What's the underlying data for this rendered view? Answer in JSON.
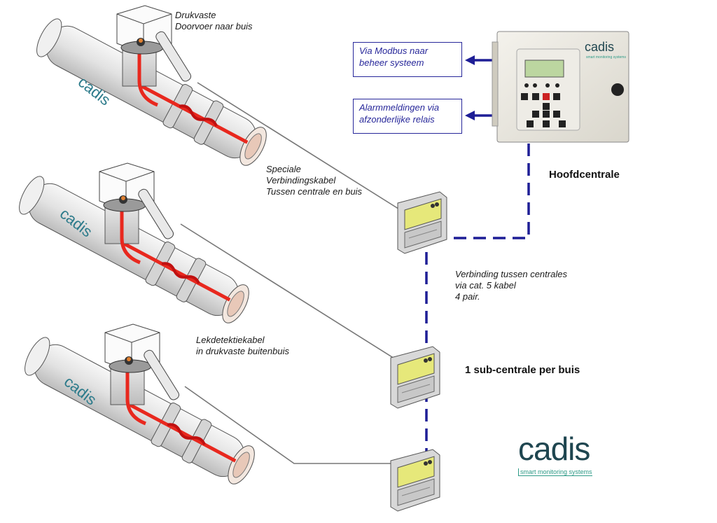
{
  "labels": {
    "drukvaste_doorvoer": [
      "Drukvaste",
      "Doorvoer naar buis"
    ],
    "speciale_kabel": [
      "Speciale",
      "Verbindingskabel",
      "Tussen centrale en buis"
    ],
    "lekdetektiekabel": [
      "Lekdetektiekabel",
      "in drukvaste buitenbuis"
    ],
    "verbinding": [
      "Verbinding tussen centrales",
      "via cat. 5 kabel",
      "4 pair."
    ]
  },
  "boxes": {
    "modbus": [
      "Via Modbus naar",
      "beheer systeem"
    ],
    "alarm": [
      "Alarmmeldingen via",
      "afzonderlijke relais"
    ]
  },
  "headings": {
    "hoofdcentrale": "Hoofdcentrale",
    "sub_centrale": "1 sub-centrale per buis"
  },
  "pipe_brand": "cadis",
  "controller": {
    "brand": "cadis",
    "brand_sub": "smart monitoring systems"
  },
  "logo": {
    "word": "cadis",
    "tagline": "smart monitoring systems"
  },
  "colors": {
    "cable_red": "#e8281e",
    "connection_blue": "#1e1e96",
    "module_yellow": "#e6e87a",
    "teal": "#2c9a86"
  }
}
